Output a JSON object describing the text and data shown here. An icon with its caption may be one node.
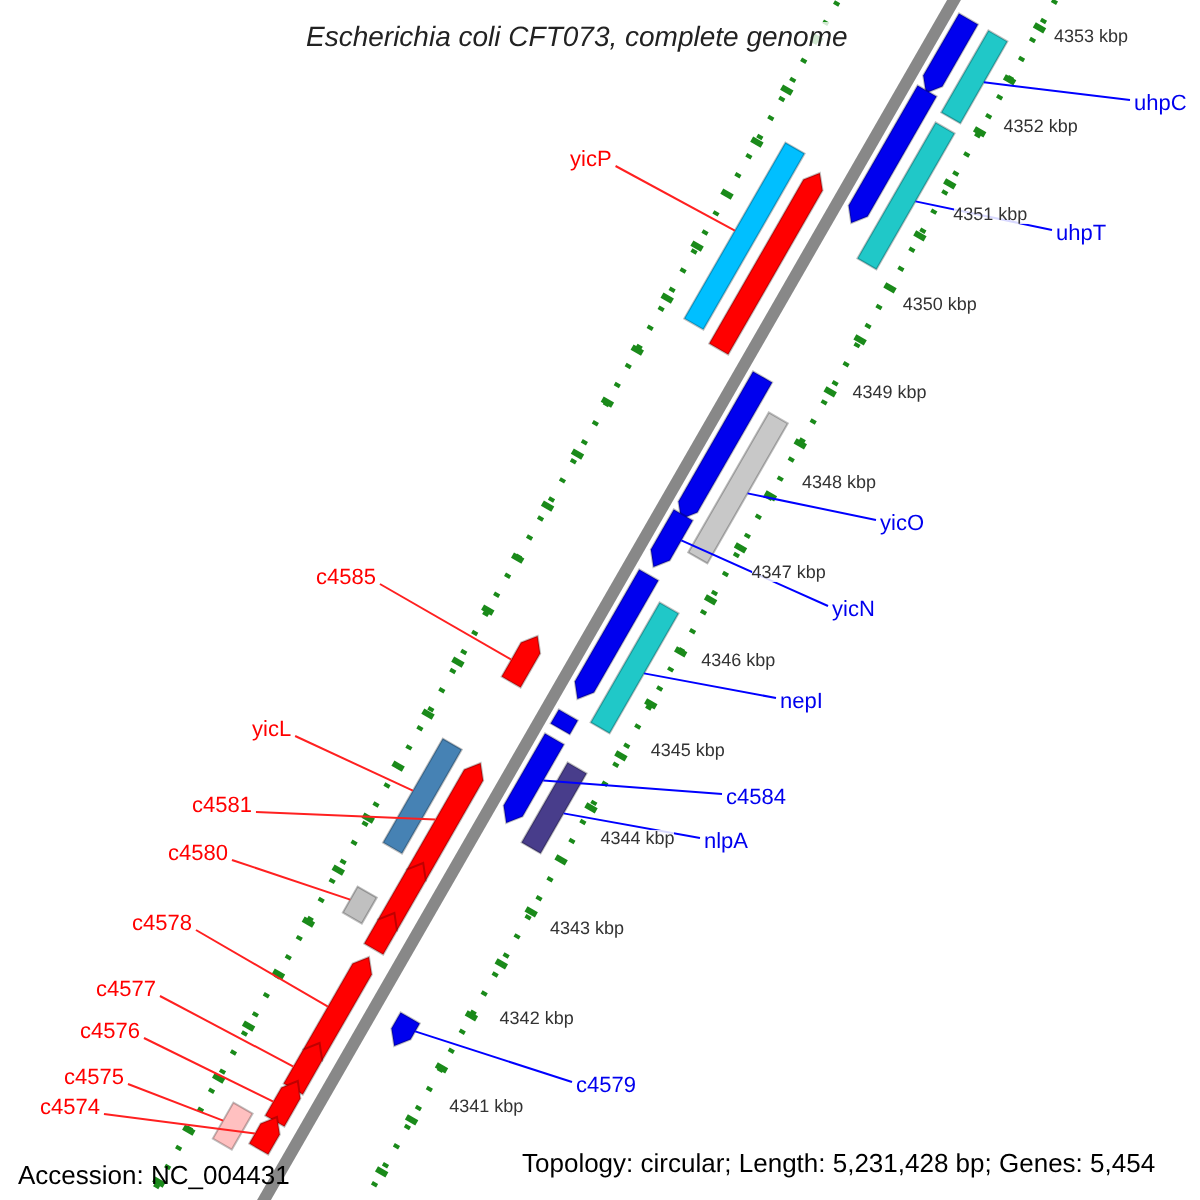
{
  "diagram": {
    "title": "Escherichia coli CFT073, complete genome",
    "nodes": [
      {
        "text": [
          "uhpC"
        ]
      },
      {
        "text": [
          "yicP"
        ]
      },
      {
        "text": [
          "uhpT"
        ]
      },
      {
        "text": [
          "yicO"
        ]
      },
      {
        "text": [
          "yicN"
        ]
      },
      {
        "text": [
          "c4585"
        ]
      },
      {
        "text": [
          "nepI"
        ]
      },
      {
        "text": [
          "c4584"
        ]
      },
      {
        "text": [
          "yicL"
        ]
      },
      {
        "text": [
          "nlpA"
        ]
      },
      {
        "text": [
          "c4581"
        ]
      },
      {
        "text": [
          "c4580"
        ]
      },
      {
        "text": [
          "c4578"
        ]
      },
      {
        "text": [
          "c4577"
        ]
      },
      {
        "text": [
          "c4579"
        ]
      },
      {
        "text": [
          "c4576"
        ]
      },
      {
        "text": [
          "c4575"
        ]
      },
      {
        "text": [
          "c4574"
        ]
      },
      {
        "text": [],
        "shape": "bar"
      },
      {
        "text": [],
        "shape": "bar"
      },
      {
        "text": [],
        "shape": "bar"
      },
      {
        "text": [],
        "shape": "bar"
      },
      {
        "text": [],
        "shape": "bar"
      },
      {
        "text": [],
        "shape": "bar"
      },
      {
        "text": [],
        "shape": "bar"
      },
      {
        "text": [],
        "shape": "bar"
      },
      {
        "text": [],
        "shape": "bar"
      },
      {
        "text": [],
        "shape": "bar"
      },
      {
        "text": [],
        "shape": "bar"
      },
      {
        "text": [],
        "shape": "bar"
      },
      {
        "text": [],
        "shape": "bar"
      },
      {
        "text": [],
        "shape": "bar"
      },
      {
        "text": [],
        "shape": "bar"
      },
      {
        "text": [],
        "shape": "bar"
      },
      {
        "text": [],
        "shape": "bar"
      },
      {
        "text": [],
        "shape": "bar"
      },
      {
        "text": [],
        "shape": "bar"
      },
      {
        "text": [],
        "shape": "bar"
      },
      {
        "text": [],
        "shape": "bar"
      },
      {
        "text": [],
        "shape": "bar"
      },
      {
        "text": [],
        "shape": "bar"
      },
      {
        "text": [],
        "shape": "bar"
      },
      {
        "text": [],
        "shape": "bar"
      },
      {
        "text": [],
        "shape": "bar"
      }
    ],
    "edges": [
      {
        "from": 0,
        "to": 19,
        "arrow": "none",
        "color": "#0000ff"
      },
      {
        "from": 1,
        "to": 22,
        "arrow": "none"
      },
      {
        "from": 2,
        "to": 21,
        "arrow": "none",
        "color": "#0000ff"
      },
      {
        "from": 3,
        "to": 25,
        "arrow": "none",
        "color": "#0000ff"
      },
      {
        "from": 4,
        "to": 26,
        "arrow": "none",
        "color": "#0000ff"
      },
      {
        "from": 5,
        "to": 29,
        "arrow": "none"
      },
      {
        "from": 6,
        "to": 28,
        "arrow": "none",
        "color": "#0000ff"
      },
      {
        "from": 7,
        "to": 31,
        "arrow": "none",
        "color": "#0000ff"
      },
      {
        "from": 8,
        "to": 33,
        "arrow": "none"
      },
      {
        "from": 9,
        "to": 32,
        "arrow": "none",
        "color": "#0000ff"
      },
      {
        "from": 10,
        "to": 34,
        "arrow": "none"
      },
      {
        "from": 11,
        "to": 36,
        "arrow": "none"
      },
      {
        "from": 12,
        "to": 38,
        "arrow": "none"
      },
      {
        "from": 13,
        "to": 40,
        "arrow": "none"
      },
      {
        "from": 14,
        "to": 39,
        "arrow": "none",
        "color": "#0000ff"
      },
      {
        "from": 15,
        "to": 41,
        "arrow": "none"
      },
      {
        "from": 16,
        "to": 42,
        "arrow": "none"
      },
      {
        "from": 17,
        "to": 43,
        "arrow": "none"
      }
    ],
    "labels": [
      "4353 kbp",
      "4352 kbp",
      "4351 kbp",
      "4350 kbp",
      "4349 kbp",
      "4348 kbp",
      "4347 kbp",
      "4346 kbp",
      "4345 kbp",
      "4344 kbp",
      "4343 kbp",
      "4342 kbp",
      "4341 kbp",
      "Accession: NC_004431",
      "Topology: circular; Length: 5,231,428 bp; Genes: 5,454"
    ]
  }
}
